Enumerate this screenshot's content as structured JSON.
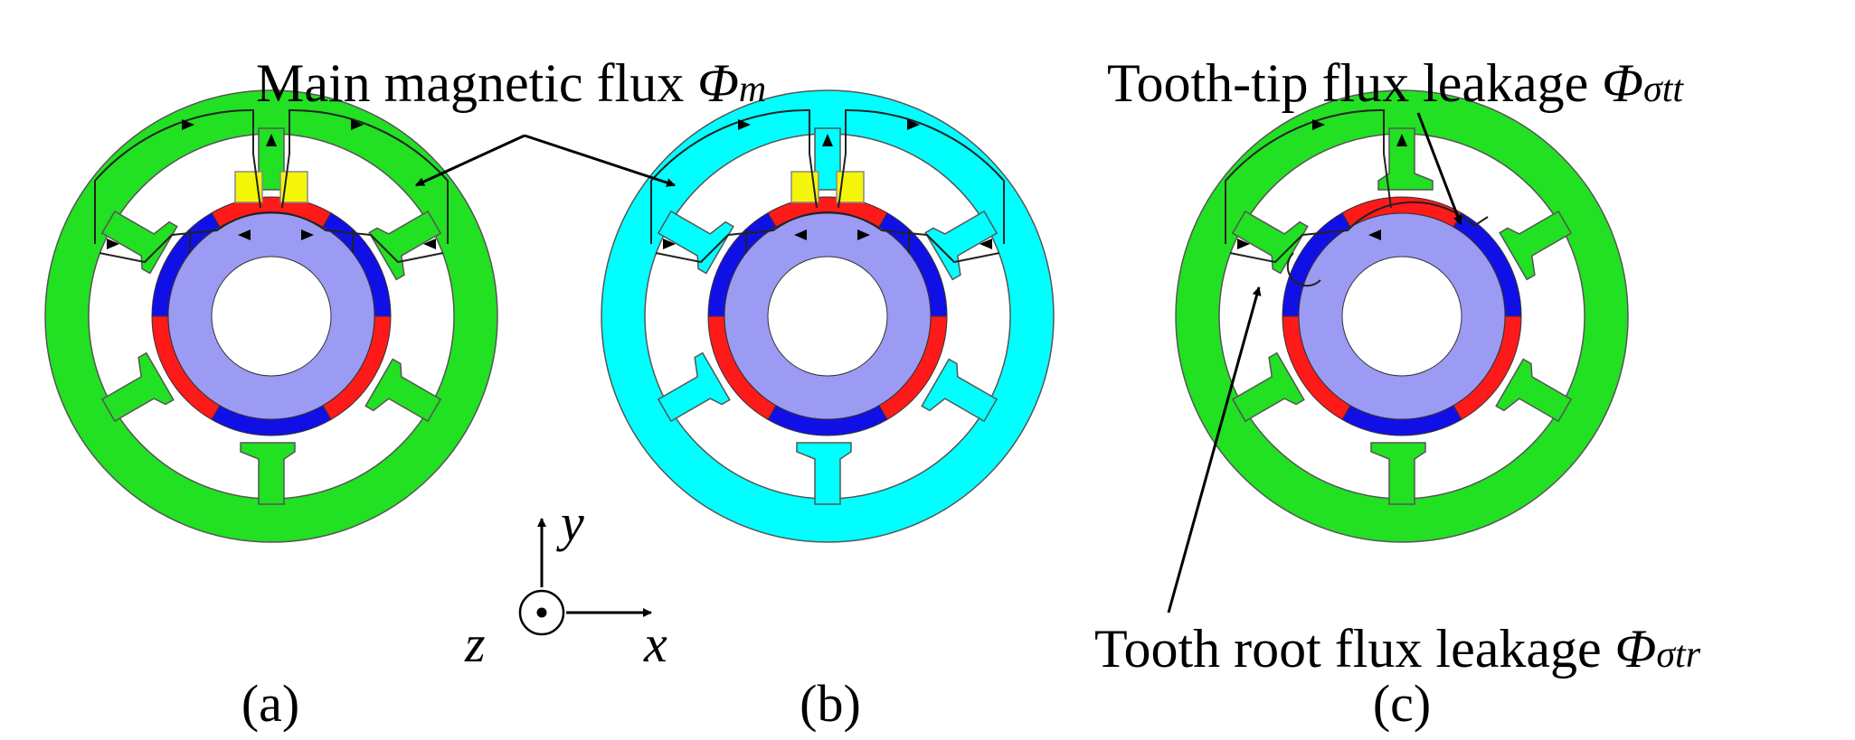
{
  "labels": {
    "main_flux": {
      "text": "Main magnetic flux ",
      "symbol": "Φ",
      "sub": "m"
    },
    "tip_leak": {
      "text": "Tooth-tip flux leakage ",
      "symbol": "Φ",
      "sub": "σtt"
    },
    "root_leak": {
      "text": "Tooth root flux leakage ",
      "symbol": "Φ",
      "sub": "σtr"
    },
    "axes": {
      "y": "y",
      "x": "x",
      "z": "z"
    },
    "panels": [
      "(a)",
      "(b)",
      "(c)"
    ]
  },
  "colors": {
    "stator_green": "#22e022",
    "stator_cyan": "#00ffff",
    "rotor_core": "#9b9bf4",
    "magnet_red": "#ff1a1a",
    "magnet_blue": "#1010e6",
    "coil_yellow": "#f5f50a",
    "outline": "#555555",
    "flux_line": "#222222"
  },
  "motors": [
    {
      "name": "motor-a",
      "stator_color": "stator_green",
      "coils": true,
      "flux_path": "main"
    },
    {
      "name": "motor-b",
      "stator_color": "stator_cyan",
      "coils": true,
      "flux_path": "main"
    },
    {
      "name": "motor-c",
      "stator_color": "stator_green",
      "coils": false,
      "flux_path": "leakage"
    }
  ]
}
